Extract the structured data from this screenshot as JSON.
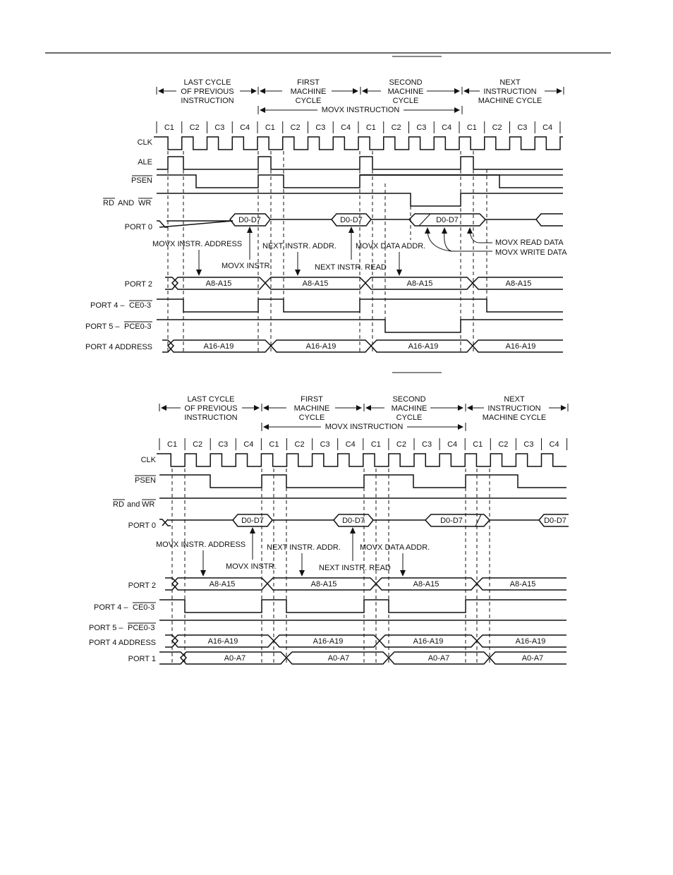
{
  "header": {
    "rule": true
  },
  "diagrams": [
    {
      "id": "fig1",
      "caption": "",
      "phases": [
        [
          "LAST CYCLE",
          "OF PREVIOUS",
          "INSTRUCTION"
        ],
        [
          "FIRST",
          "MACHINE",
          "CYCLE"
        ],
        [
          "SECOND",
          "MACHINE",
          "CYCLE"
        ],
        [
          "NEXT",
          "INSTRUCTION",
          "MACHINE CYCLE"
        ]
      ],
      "span_label": "MOVX INSTRUCTION",
      "cycles": [
        "C1",
        "C2",
        "C3",
        "C4",
        "C1",
        "C2",
        "C3",
        "C4",
        "C1",
        "C2",
        "C3",
        "C4",
        "C1",
        "C2",
        "C3",
        "C4"
      ],
      "signals": [
        "CLK",
        "ALE",
        "PSEN",
        "RD AND WR",
        "PORT 0",
        "PORT 2",
        "PORT 4 – CE0-3",
        "PORT 5 – PCE0-3",
        "PORT 4 ADDRESS"
      ],
      "overbar_signals": {
        "PSEN": "PSEN",
        "RD": "RD",
        "AND": "AND",
        "WR": "WR",
        "CE": "CE0-3",
        "PCE": "PCE0-3",
        "p4prefix": "PORT 4 – ",
        "p5prefix": "PORT 5 – "
      },
      "port0_data": [
        "D0-D7",
        "D0-D7",
        "D0-D7"
      ],
      "port2_bus": [
        "A8-A15",
        "A8-A15",
        "A8-A15",
        "A8-A15"
      ],
      "port4_addr_bus": [
        "A16-A19",
        "A16-A19",
        "A16-A19",
        "A16-A19"
      ],
      "annotations": {
        "a1": "MOVX INSTR. ADDRESS",
        "a2": "MOVX INSTR.",
        "a3": "NEXT INSTR. ADDR.",
        "a4": "NEXT INSTR. READ",
        "a5": "MOVX DATA ADDR.",
        "a6": "MOVX READ DATA",
        "a7": "MOVX WRITE DATA"
      }
    },
    {
      "id": "fig2",
      "caption": "",
      "phases": [
        [
          "LAST CYCLE",
          "OF PREVIOUS",
          "INSTRUCTION"
        ],
        [
          "FIRST",
          "MACHINE",
          "CYCLE"
        ],
        [
          "SECOND",
          "MACHINE",
          "CYCLE"
        ],
        [
          "NEXT",
          "INSTRUCTION",
          "MACHINE CYCLE"
        ]
      ],
      "span_label": "MOVX INSTRUCTION",
      "cycles": [
        "C1",
        "C2",
        "C3",
        "C4",
        "C1",
        "C2",
        "C3",
        "C4",
        "C1",
        "C2",
        "C3",
        "C4",
        "C1",
        "C2",
        "C3",
        "C4"
      ],
      "signals": [
        "CLK",
        "PSEN",
        "RD and WR",
        "PORT 0",
        "PORT 2",
        "PORT 4 – CE0-3",
        "PORT 5 – PCE0-3",
        "PORT 4 ADDRESS",
        "PORT 1"
      ],
      "overbar_signals": {
        "PSEN": "PSEN",
        "RD": "RD",
        "AND": "and",
        "WR": "WR",
        "CE": "CE0-3",
        "PCE": "PCE0-3",
        "p4prefix": "PORT 4 – ",
        "p5prefix": "PORT 5 – "
      },
      "port0_data": [
        "D0-D7",
        "D0-D7",
        "D0-D7",
        "D0-D7"
      ],
      "port2_bus": [
        "A8-A15",
        "A8-A15",
        "A8-A15",
        "A8-A15"
      ],
      "port4_addr_bus": [
        "A16-A19",
        "A16-A19",
        "A16-A19",
        "A16-A19"
      ],
      "port1_bus": [
        "A0-A7",
        "A0-A7",
        "A0-A7",
        "A0-A7"
      ],
      "annotations": {
        "a1": "MOVX INSTR. ADDRESS",
        "a2": "MOVX INSTR.",
        "a3": "NEXT INSTR. ADDR.",
        "a4": "NEXT INSTR. READ",
        "a5": "MOVX DATA ADDR."
      }
    }
  ]
}
